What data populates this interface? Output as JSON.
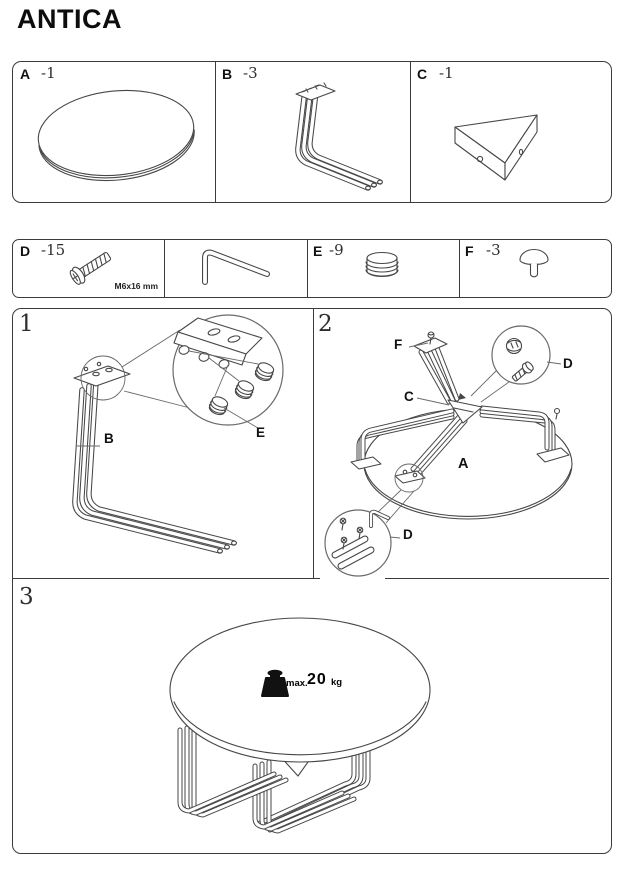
{
  "title": "ANTICA",
  "parts": [
    {
      "letter": "A",
      "qty": "-1"
    },
    {
      "letter": "B",
      "qty": "-3"
    },
    {
      "letter": "C",
      "qty": "-1"
    }
  ],
  "hardware": {
    "screw": {
      "letter": "D",
      "qty": "-15",
      "size": "M6x16 mm"
    },
    "cap": {
      "letter": "E",
      "qty": "-9"
    },
    "glide": {
      "letter": "F",
      "qty": "-3"
    }
  },
  "steps": {
    "one": {
      "number": "1",
      "labels": {
        "leg": "B",
        "cap": "E"
      }
    },
    "two": {
      "number": "2",
      "labels": {
        "glide": "F",
        "connector": "C",
        "top": "A",
        "screw_top": "D",
        "screw_bottom": "D"
      }
    },
    "three": {
      "number": "3",
      "max_load": {
        "prefix": "max.",
        "value": "20",
        "unit": "kg"
      }
    }
  },
  "colors": {
    "line": "#474747",
    "text": "#111111"
  }
}
